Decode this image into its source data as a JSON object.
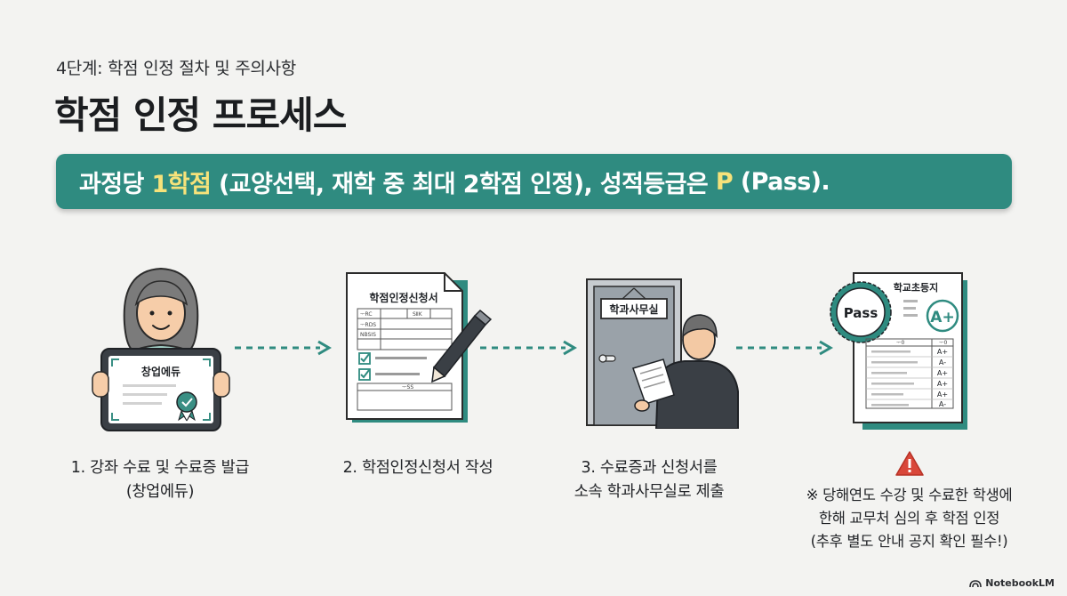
{
  "header": {
    "subtitle": "4단계: 학점 인정 절차 및 주의사항",
    "title": "학점 인정 프로세스"
  },
  "banner": {
    "part1": "과정당 ",
    "highlight1": "1학점",
    "part2": " (교양선택, 재학 중 최대 2학점 인정), 성적등급은 ",
    "highlight2": "P",
    "part3": " (Pass)."
  },
  "steps": [
    {
      "caption_lines": [
        "1. 강좌 수료 및 수료증 발급",
        "(창업에듀)"
      ],
      "sign_text": "창업에듀"
    },
    {
      "caption_lines": [
        "2. 학점인정신청서 작성"
      ],
      "doc_title": "학점인정신청서",
      "form_labels": [
        "ᅮRC",
        "SⅡK",
        "ᅮRDS",
        "NBSIS",
        "ᅮSS"
      ]
    },
    {
      "caption_lines": [
        "3. 수료증과 신청서를",
        "소속 학과사무실로 제출"
      ],
      "door_sign": "학과사무실"
    },
    {
      "caption_lines": [
        "※ 당해연도 수강 및 수료한 학생에",
        "한해 교무처 심의 후 학점 인정",
        "(추후 별도 안내 공지 확인 필수!)"
      ],
      "doc_title": "학교초등지",
      "badge": "Pass",
      "grade_big": "A+",
      "table_header": [
        "ᅮ0",
        "ᅮ0"
      ],
      "grades": [
        "A+",
        "A-",
        "A+",
        "A+",
        "A+",
        "A-"
      ]
    }
  ],
  "footer": {
    "brand": "NotebookLM"
  },
  "colors": {
    "teal": "#2f8b80",
    "highlight": "#f6e27a",
    "warning": "#d9473a",
    "background": "#f3f3f1"
  }
}
